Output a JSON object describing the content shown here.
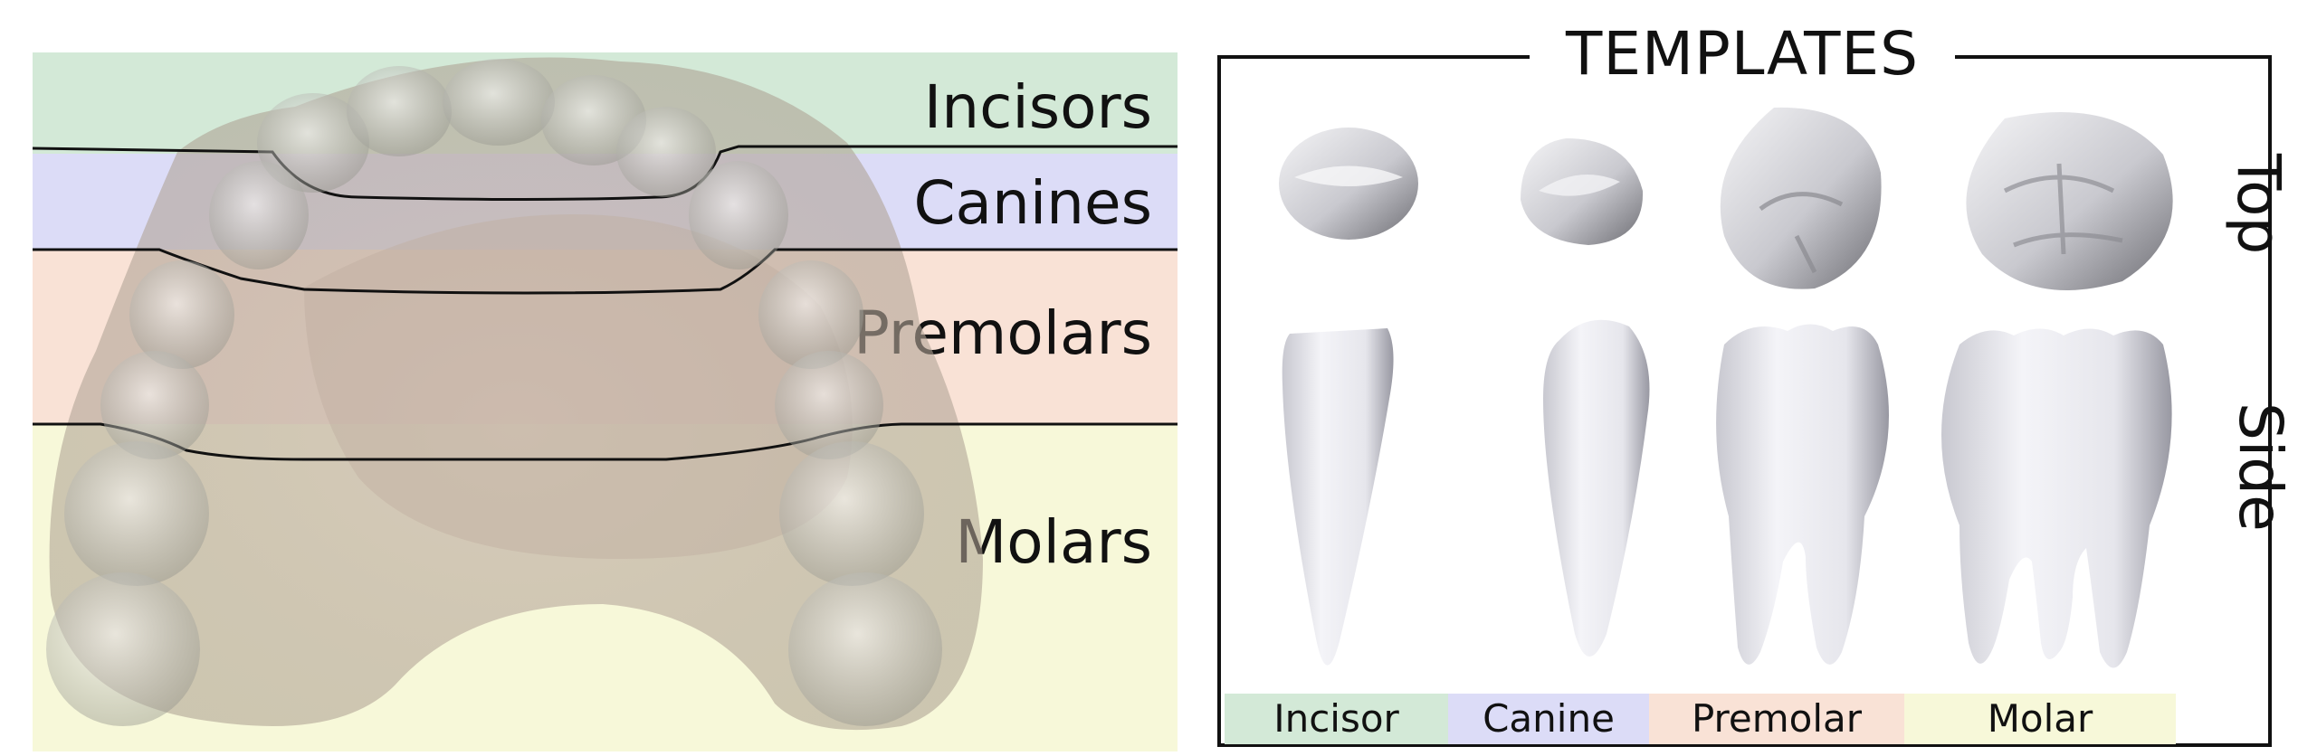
{
  "colors": {
    "incisor": "#d3e9d7",
    "canine": "#dcdcf7",
    "premolar": "#f9e2d6",
    "molar": "#f7f8d9",
    "outline": "#111111"
  },
  "regions": [
    {
      "label": "Incisors"
    },
    {
      "label": "Canines"
    },
    {
      "label": "Premolars"
    },
    {
      "label": "Molars"
    }
  ],
  "templates": {
    "title": "TEMPLATES",
    "views": {
      "top": "Top",
      "side": "Side"
    },
    "teeth": [
      {
        "label": "Incisor"
      },
      {
        "label": "Canine"
      },
      {
        "label": "Premolar"
      },
      {
        "label": "Molar"
      }
    ]
  }
}
